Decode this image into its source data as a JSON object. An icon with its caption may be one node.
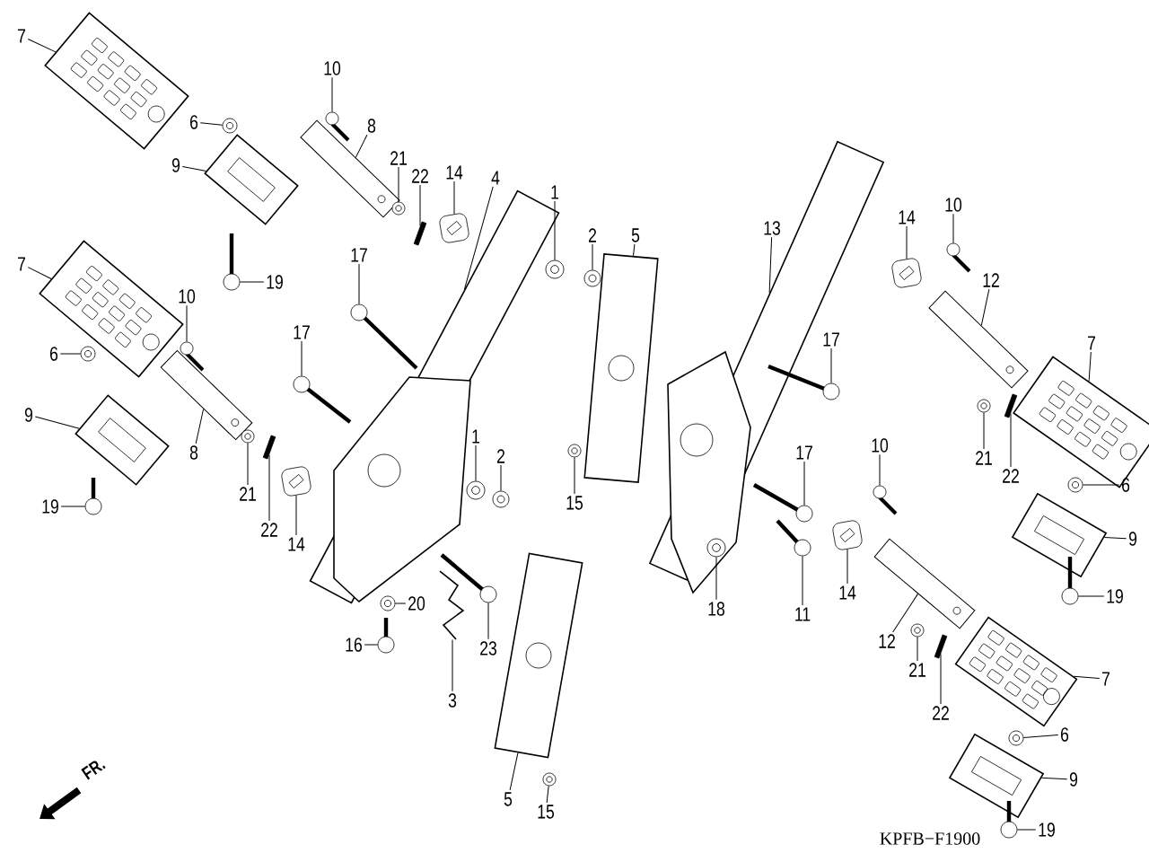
{
  "diagram": {
    "nodes": [
      {
        "text": [
          "7"
        ]
      },
      {
        "text": [
          "10"
        ]
      },
      {
        "text": [
          "6"
        ]
      },
      {
        "text": [
          "8"
        ]
      },
      {
        "text": [
          "21"
        ]
      },
      {
        "text": [
          "9"
        ]
      },
      {
        "text": [
          "14"
        ]
      },
      {
        "text": [
          "22"
        ]
      },
      {
        "text": [
          "4"
        ]
      },
      {
        "text": [
          "1"
        ]
      },
      {
        "text": [
          "14"
        ]
      },
      {
        "text": [
          "10"
        ]
      },
      {
        "text": [
          "13"
        ]
      },
      {
        "text": [
          "2"
        ]
      },
      {
        "text": [
          "5"
        ]
      },
      {
        "text": [
          "17"
        ]
      },
      {
        "text": [
          "7"
        ]
      },
      {
        "text": [
          "12"
        ]
      },
      {
        "text": [
          "19"
        ]
      },
      {
        "text": [
          "10"
        ]
      },
      {
        "text": [
          "17"
        ]
      },
      {
        "text": [
          "17"
        ]
      },
      {
        "text": [
          "7"
        ]
      },
      {
        "text": [
          "6"
        ]
      },
      {
        "text": [
          "9"
        ]
      },
      {
        "text": [
          "1"
        ]
      },
      {
        "text": [
          "10"
        ]
      },
      {
        "text": [
          "17"
        ]
      },
      {
        "text": [
          "8"
        ]
      },
      {
        "text": [
          "2"
        ]
      },
      {
        "text": [
          "21"
        ]
      },
      {
        "text": [
          "22"
        ]
      },
      {
        "text": [
          "6"
        ]
      },
      {
        "text": [
          "21"
        ]
      },
      {
        "text": [
          "15"
        ]
      },
      {
        "text": [
          "19"
        ]
      },
      {
        "text": [
          "22"
        ]
      },
      {
        "text": [
          "9"
        ]
      },
      {
        "text": [
          "14"
        ]
      },
      {
        "text": [
          "14"
        ]
      },
      {
        "text": [
          "19"
        ]
      },
      {
        "text": [
          "20"
        ]
      },
      {
        "text": [
          "18"
        ]
      },
      {
        "text": [
          "11"
        ]
      },
      {
        "text": [
          "12"
        ]
      },
      {
        "text": [
          "16"
        ]
      },
      {
        "text": [
          "23"
        ]
      },
      {
        "text": [
          "21"
        ]
      },
      {
        "text": [
          "7"
        ]
      },
      {
        "text": [
          "3"
        ]
      },
      {
        "text": [
          "22"
        ]
      },
      {
        "text": [
          "6"
        ]
      },
      {
        "text": [
          "9"
        ]
      },
      {
        "text": [
          "5"
        ]
      },
      {
        "text": [
          "15"
        ]
      },
      {
        "text": [
          "19"
        ]
      },
      {
        "text": [],
        "shape": "picture"
      },
      {
        "text": [],
        "shape": "picture"
      },
      {
        "text": [],
        "shape": "picture"
      },
      {
        "text": [],
        "shape": "picture"
      },
      {
        "text": [],
        "shape": "picture"
      },
      {
        "text": [],
        "shape": "picture"
      },
      {
        "text": [],
        "shape": "picture"
      },
      {
        "text": [],
        "shape": "picture"
      },
      {
        "text": [],
        "shape": "picture"
      },
      {
        "text": [],
        "shape": "picture"
      },
      {
        "text": [],
        "shape": "picture"
      },
      {
        "text": [],
        "shape": "picture"
      },
      {
        "text": [],
        "shape": "picture"
      },
      {
        "text": [],
        "shape": "picture"
      },
      {
        "text": [],
        "shape": "picture"
      },
      {
        "text": [],
        "shape": "picture"
      },
      {
        "text": [],
        "shape": "picture"
      },
      {
        "text": [],
        "shape": "picture"
      },
      {
        "text": [],
        "shape": "picture"
      },
      {
        "text": [],
        "shape": "picture"
      },
      {
        "text": [],
        "shape": "picture"
      },
      {
        "text": [],
        "shape": "picture"
      },
      {
        "text": [],
        "shape": "picture"
      },
      {
        "text": [],
        "shape": "picture"
      },
      {
        "text": [],
        "shape": "picture"
      },
      {
        "text": [],
        "shape": "picture"
      },
      {
        "text": [],
        "shape": "picture"
      },
      {
        "text": [],
        "shape": "picture"
      },
      {
        "text": [],
        "shape": "picture"
      },
      {
        "text": [],
        "shape": "picture"
      },
      {
        "text": [],
        "shape": "picture"
      },
      {
        "text": [],
        "shape": "picture"
      },
      {
        "text": [],
        "shape": "picture"
      },
      {
        "text": [],
        "shape": "picture"
      },
      {
        "text": [],
        "shape": "picture"
      },
      {
        "text": [],
        "shape": "picture"
      },
      {
        "text": [],
        "shape": "picture"
      },
      {
        "text": [],
        "shape": "picture"
      },
      {
        "text": [],
        "shape": "picture"
      },
      {
        "text": [],
        "shape": "picture"
      },
      {
        "text": [],
        "shape": "picture"
      },
      {
        "text": [],
        "shape": "picture"
      },
      {
        "text": [],
        "shape": "picture"
      },
      {
        "text": [],
        "shape": "picture"
      },
      {
        "text": [],
        "shape": "picture"
      },
      {
        "text": [],
        "shape": "picture"
      },
      {
        "text": [],
        "shape": "picture"
      },
      {
        "text": [],
        "shape": "picture"
      },
      {
        "text": [],
        "shape": "picture"
      },
      {
        "text": [],
        "shape": "picture"
      },
      {
        "text": [],
        "shape": "picture"
      },
      {
        "text": [],
        "shape": "picture"
      },
      {
        "text": [],
        "shape": "picture"
      },
      {
        "text": [],
        "shape": "picture"
      },
      {
        "text": [],
        "shape": "picture"
      },
      {
        "text": [],
        "shape": "picture"
      }
    ],
    "edges": [
      {
        "from": 0,
        "to": 56,
        "arrow": "none"
      },
      {
        "from": 1,
        "to": 57,
        "arrow": "none"
      },
      {
        "from": 2,
        "to": 58,
        "arrow": "none"
      },
      {
        "from": 3,
        "to": 59,
        "arrow": "none"
      },
      {
        "from": 4,
        "to": 60,
        "arrow": "none"
      },
      {
        "from": 5,
        "to": 61,
        "arrow": "none"
      },
      {
        "from": 6,
        "to": 62,
        "arrow": "none"
      },
      {
        "from": 7,
        "to": 63,
        "arrow": "none"
      },
      {
        "from": 8,
        "to": 64,
        "arrow": "none"
      },
      {
        "from": 9,
        "to": 65,
        "arrow": "none"
      },
      {
        "from": 10,
        "to": 66,
        "arrow": "none"
      },
      {
        "from": 11,
        "to": 67,
        "arrow": "none"
      },
      {
        "from": 12,
        "to": 68,
        "arrow": "none"
      },
      {
        "from": 13,
        "to": 69,
        "arrow": "none"
      },
      {
        "from": 14,
        "to": 70,
        "arrow": "none"
      },
      {
        "from": 15,
        "to": 71,
        "arrow": "none"
      },
      {
        "from": 16,
        "to": 72,
        "arrow": "none"
      },
      {
        "from": 17,
        "to": 73,
        "arrow": "none"
      },
      {
        "from": 18,
        "to": 74,
        "arrow": "none"
      },
      {
        "from": 19,
        "to": 75,
        "arrow": "none"
      },
      {
        "from": 20,
        "to": 76,
        "arrow": "none"
      },
      {
        "from": 21,
        "to": 77,
        "arrow": "none"
      },
      {
        "from": 22,
        "to": 78,
        "arrow": "none"
      },
      {
        "from": 23,
        "to": 79,
        "arrow": "none"
      },
      {
        "from": 24,
        "to": 80,
        "arrow": "none"
      },
      {
        "from": 25,
        "to": 81,
        "arrow": "none"
      },
      {
        "from": 26,
        "to": 82,
        "arrow": "none"
      },
      {
        "from": 27,
        "to": 83,
        "arrow": "none"
      },
      {
        "from": 28,
        "to": 84,
        "arrow": "none"
      },
      {
        "from": 29,
        "to": 85,
        "arrow": "none"
      },
      {
        "from": 30,
        "to": 86,
        "arrow": "none"
      },
      {
        "from": 31,
        "to": 87,
        "arrow": "none"
      },
      {
        "from": 32,
        "to": 88,
        "arrow": "none"
      },
      {
        "from": 33,
        "to": 89,
        "arrow": "none"
      },
      {
        "from": 34,
        "to": 90,
        "arrow": "none"
      },
      {
        "from": 35,
        "to": 91,
        "arrow": "none"
      },
      {
        "from": 36,
        "to": 92,
        "arrow": "none"
      },
      {
        "from": 37,
        "to": 93,
        "arrow": "none"
      },
      {
        "from": 38,
        "to": 94,
        "arrow": "none"
      },
      {
        "from": 39,
        "to": 95,
        "arrow": "none"
      },
      {
        "from": 40,
        "to": 96,
        "arrow": "none"
      },
      {
        "from": 41,
        "to": 97,
        "arrow": "none"
      },
      {
        "from": 42,
        "to": 98,
        "arrow": "none"
      },
      {
        "from": 43,
        "to": 99,
        "arrow": "none"
      },
      {
        "from": 44,
        "to": 100,
        "arrow": "none"
      },
      {
        "from": 45,
        "to": 101,
        "arrow": "none"
      },
      {
        "from": 46,
        "to": 102,
        "arrow": "none"
      },
      {
        "from": 47,
        "to": 103,
        "arrow": "none"
      },
      {
        "from": 48,
        "to": 104,
        "arrow": "none"
      },
      {
        "from": 49,
        "to": 105,
        "arrow": "none"
      },
      {
        "from": 50,
        "to": 106,
        "arrow": "none"
      },
      {
        "from": 51,
        "to": 107,
        "arrow": "none"
      },
      {
        "from": 52,
        "to": 108,
        "arrow": "none"
      },
      {
        "from": 53,
        "to": 109,
        "arrow": "none"
      },
      {
        "from": 54,
        "to": 110,
        "arrow": "none"
      },
      {
        "from": 55,
        "to": 111,
        "arrow": "none"
      }
    ],
    "labels": [
      "FR.",
      "KPFB−F1900"
    ]
  }
}
